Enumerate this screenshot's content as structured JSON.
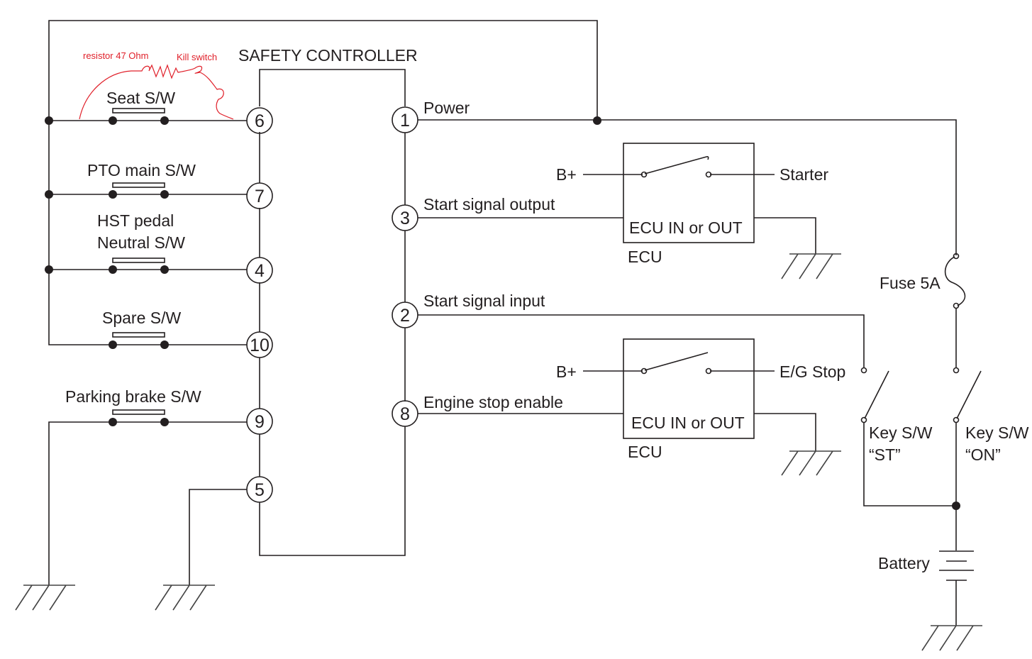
{
  "title": "SAFETY CONTROLLER",
  "annotations": {
    "resistor": "resistor 47 Ohm",
    "kill_switch": "Kill switch",
    "color": "#e0202a"
  },
  "switches": {
    "seat": "Seat S/W",
    "pto": "PTO main S/W",
    "hst_line1": "HST pedal",
    "hst_line2": "Neutral S/W",
    "spare": "Spare S/W",
    "parking": "Parking brake S/W"
  },
  "pins": {
    "p6": "6",
    "p7": "7",
    "p4": "4",
    "p10": "10",
    "p9": "9",
    "p5": "5",
    "p1": "1",
    "p3": "3",
    "p2": "2",
    "p8": "8"
  },
  "signals": {
    "power": "Power",
    "start_out": "Start signal output",
    "start_in": "Start signal input",
    "engine_stop": "Engine stop enable"
  },
  "ecu_top": {
    "bplus": "B+",
    "output": "Starter",
    "box_label": "ECU IN or OUT",
    "name": "ECU"
  },
  "ecu_bottom": {
    "bplus": "B+",
    "output": "E/G Stop",
    "box_label": "ECU IN or OUT",
    "name": "ECU"
  },
  "right": {
    "fuse": "Fuse 5A",
    "key_st_1": "Key S/W",
    "key_st_2": "“ST”",
    "key_on_1": "Key S/W",
    "key_on_2": "“ON”",
    "battery": "Battery"
  }
}
